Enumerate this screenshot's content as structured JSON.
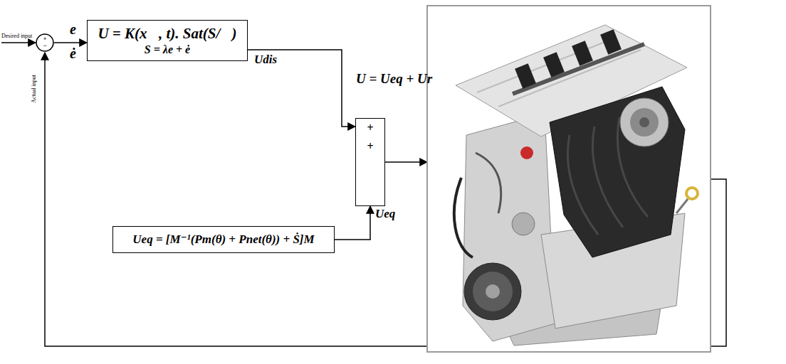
{
  "diagram": {
    "nodes": [
      {
        "text": [
          "+",
          "−"
        ]
      },
      {
        "text": [
          "U = K(x⃗, t). Sat(S/∅)",
          "S = λe + ė"
        ]
      },
      {
        "text": [
          "+",
          "+"
        ]
      },
      {
        "text": [
          "Ueq = [M⁻¹(Pm(θ) + Pnet(θ)) + Ṡ]M"
        ]
      }
    ],
    "edges": [
      {
        "from": 0,
        "to": 1,
        "arrow": "to"
      },
      {
        "from": 1,
        "to": 2,
        "label": "Udis",
        "arrow": "to"
      },
      {
        "from": 3,
        "to": 2,
        "label": "Ueq",
        "arrow": "to"
      }
    ],
    "labels": [
      "Desired input",
      "Actual input",
      "e",
      "ė",
      "U = Ueq + Ur"
    ]
  }
}
